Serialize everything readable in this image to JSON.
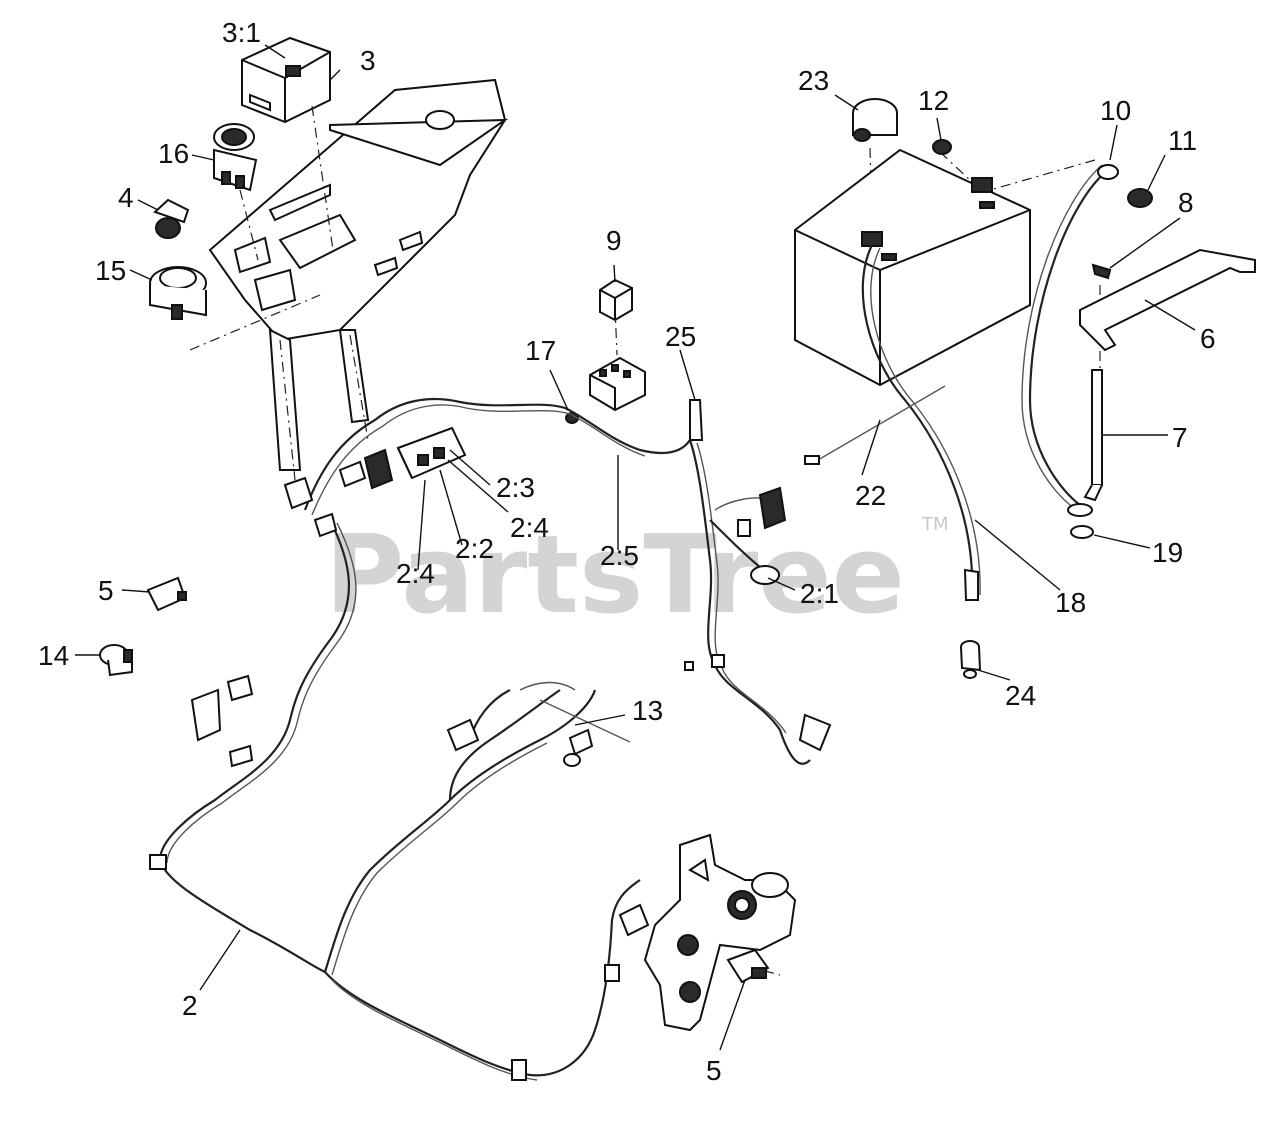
{
  "watermark": {
    "brand": "PartsTree",
    "trademark": "TM"
  },
  "callouts": {
    "c3_1": "3:1",
    "c3": "3",
    "c16": "16",
    "c4": "4",
    "c15": "15",
    "c23": "23",
    "c12": "12",
    "c10": "10",
    "c11": "11",
    "c8": "8",
    "c6": "6",
    "c7": "7",
    "c9": "9",
    "c17": "17",
    "c25": "25",
    "c22": "22",
    "c19": "19",
    "c18": "18",
    "c24": "24",
    "c2_3": "2:3",
    "c2_4a": "2:4",
    "c2_2": "2:2",
    "c2_4b": "2:4",
    "c2_5": "2:5",
    "c2_1": "2:1",
    "c5a": "5",
    "c14": "14",
    "c13": "13",
    "c2": "2",
    "c5b": "5"
  }
}
